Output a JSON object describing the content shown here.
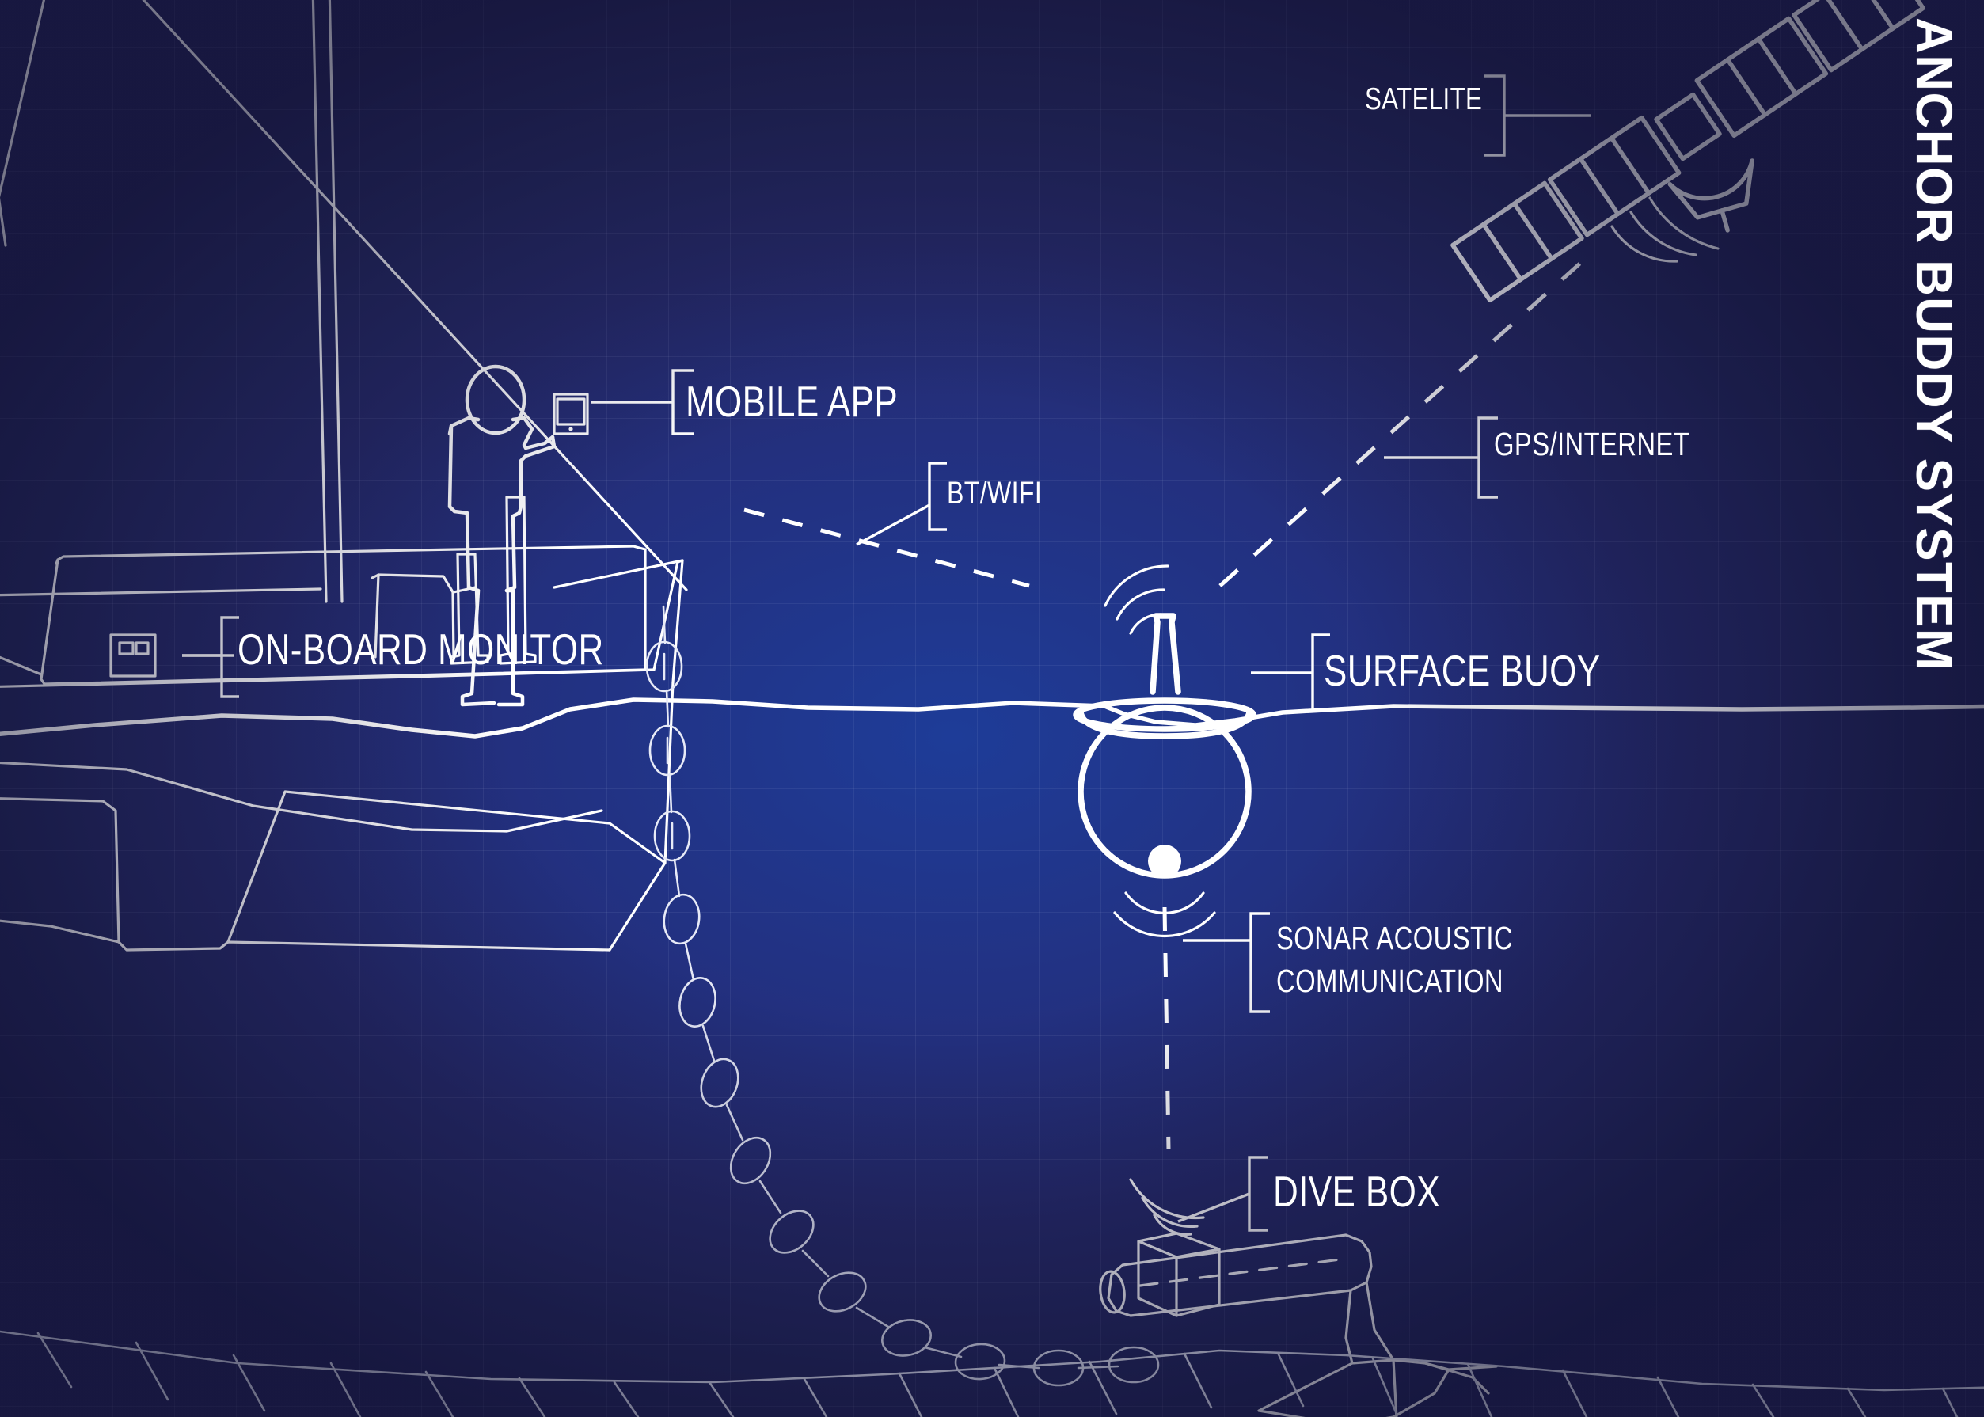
{
  "title": "ANCHOR BUDDY SYSTEM",
  "labels": {
    "satellite": "SATELITE",
    "gps_internet": "GPS/INTERNET",
    "mobile_app": "MOBILE APP",
    "bt_wifi": "BT/WIFI",
    "onboard_monitor": "ON-BOARD MONITOR",
    "surface_buoy": "SURFACE BUOY",
    "sonar_line1": "SONAR ACOUSTIC",
    "sonar_line2": "COMMUNICATION",
    "dive_box": "DIVE BOX"
  },
  "colors": {
    "background_outer": "#2a2a5c",
    "background_inner": "#1e3c98",
    "ink": "#ffffff",
    "grid": "rgba(190,200,235,0.085)"
  },
  "components": [
    {
      "id": "satellite",
      "icon": "satellite-icon",
      "label": "SATELITE"
    },
    {
      "id": "gps-internet",
      "icon": "dashed-link-icon",
      "label": "GPS/INTERNET"
    },
    {
      "id": "mobile-app",
      "icon": "smartphone-icon",
      "label": "MOBILE APP"
    },
    {
      "id": "bt-wifi",
      "icon": "dashed-link-icon",
      "label": "BT/WIFI"
    },
    {
      "id": "onboard-monitor",
      "icon": "monitor-icon",
      "label": "ON-BOARD MONITOR"
    },
    {
      "id": "surface-buoy",
      "icon": "buoy-icon",
      "label": "SURFACE BUOY"
    },
    {
      "id": "sonar-acoustic",
      "icon": "sonar-wave-icon",
      "label": "SONAR ACOUSTIC COMMUNICATION"
    },
    {
      "id": "dive-box",
      "icon": "dive-box-icon",
      "label": "DIVE BOX"
    }
  ],
  "scene": {
    "vessel": "sailboat",
    "person": "crew-holding-phone",
    "anchor": "anchor-with-chain",
    "seabed": "hatched-seabed-line",
    "waterline": "wavy-sea-surface-line"
  }
}
